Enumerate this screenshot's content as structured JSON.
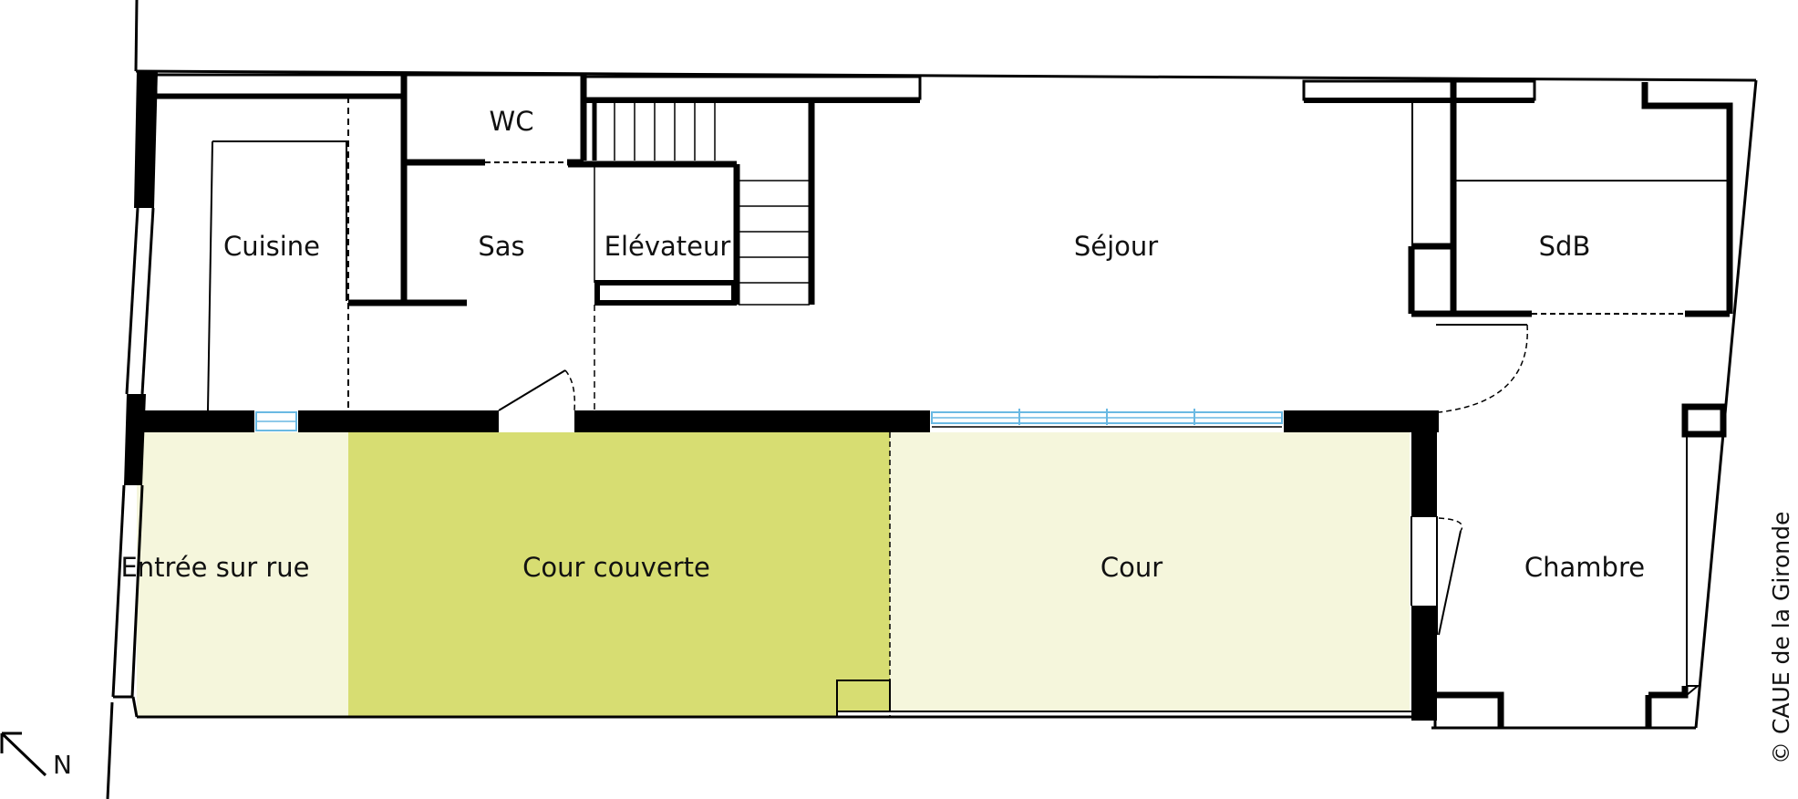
{
  "plan": {
    "rooms": [
      {
        "id": "wc",
        "label": "WC"
      },
      {
        "id": "cuisine",
        "label": "Cuisine"
      },
      {
        "id": "sas",
        "label": "Sas"
      },
      {
        "id": "elevateur",
        "label": "Elévateur"
      },
      {
        "id": "sejour",
        "label": "Séjour"
      },
      {
        "id": "sdb",
        "label": "SdB"
      },
      {
        "id": "entree",
        "label": "Entrée sur rue"
      },
      {
        "id": "cour-couverte",
        "label": "Cour couverte"
      },
      {
        "id": "cour",
        "label": "Cour"
      },
      {
        "id": "chambre",
        "label": "Chambre"
      }
    ],
    "north_label": "N",
    "credit": "© CAUE de la Gironde",
    "colors": {
      "wall": "#000000",
      "covered_court_fill": "#d7dd72",
      "light_zone_fill": "#f5f6dc",
      "window": "#6ab9e3"
    }
  }
}
